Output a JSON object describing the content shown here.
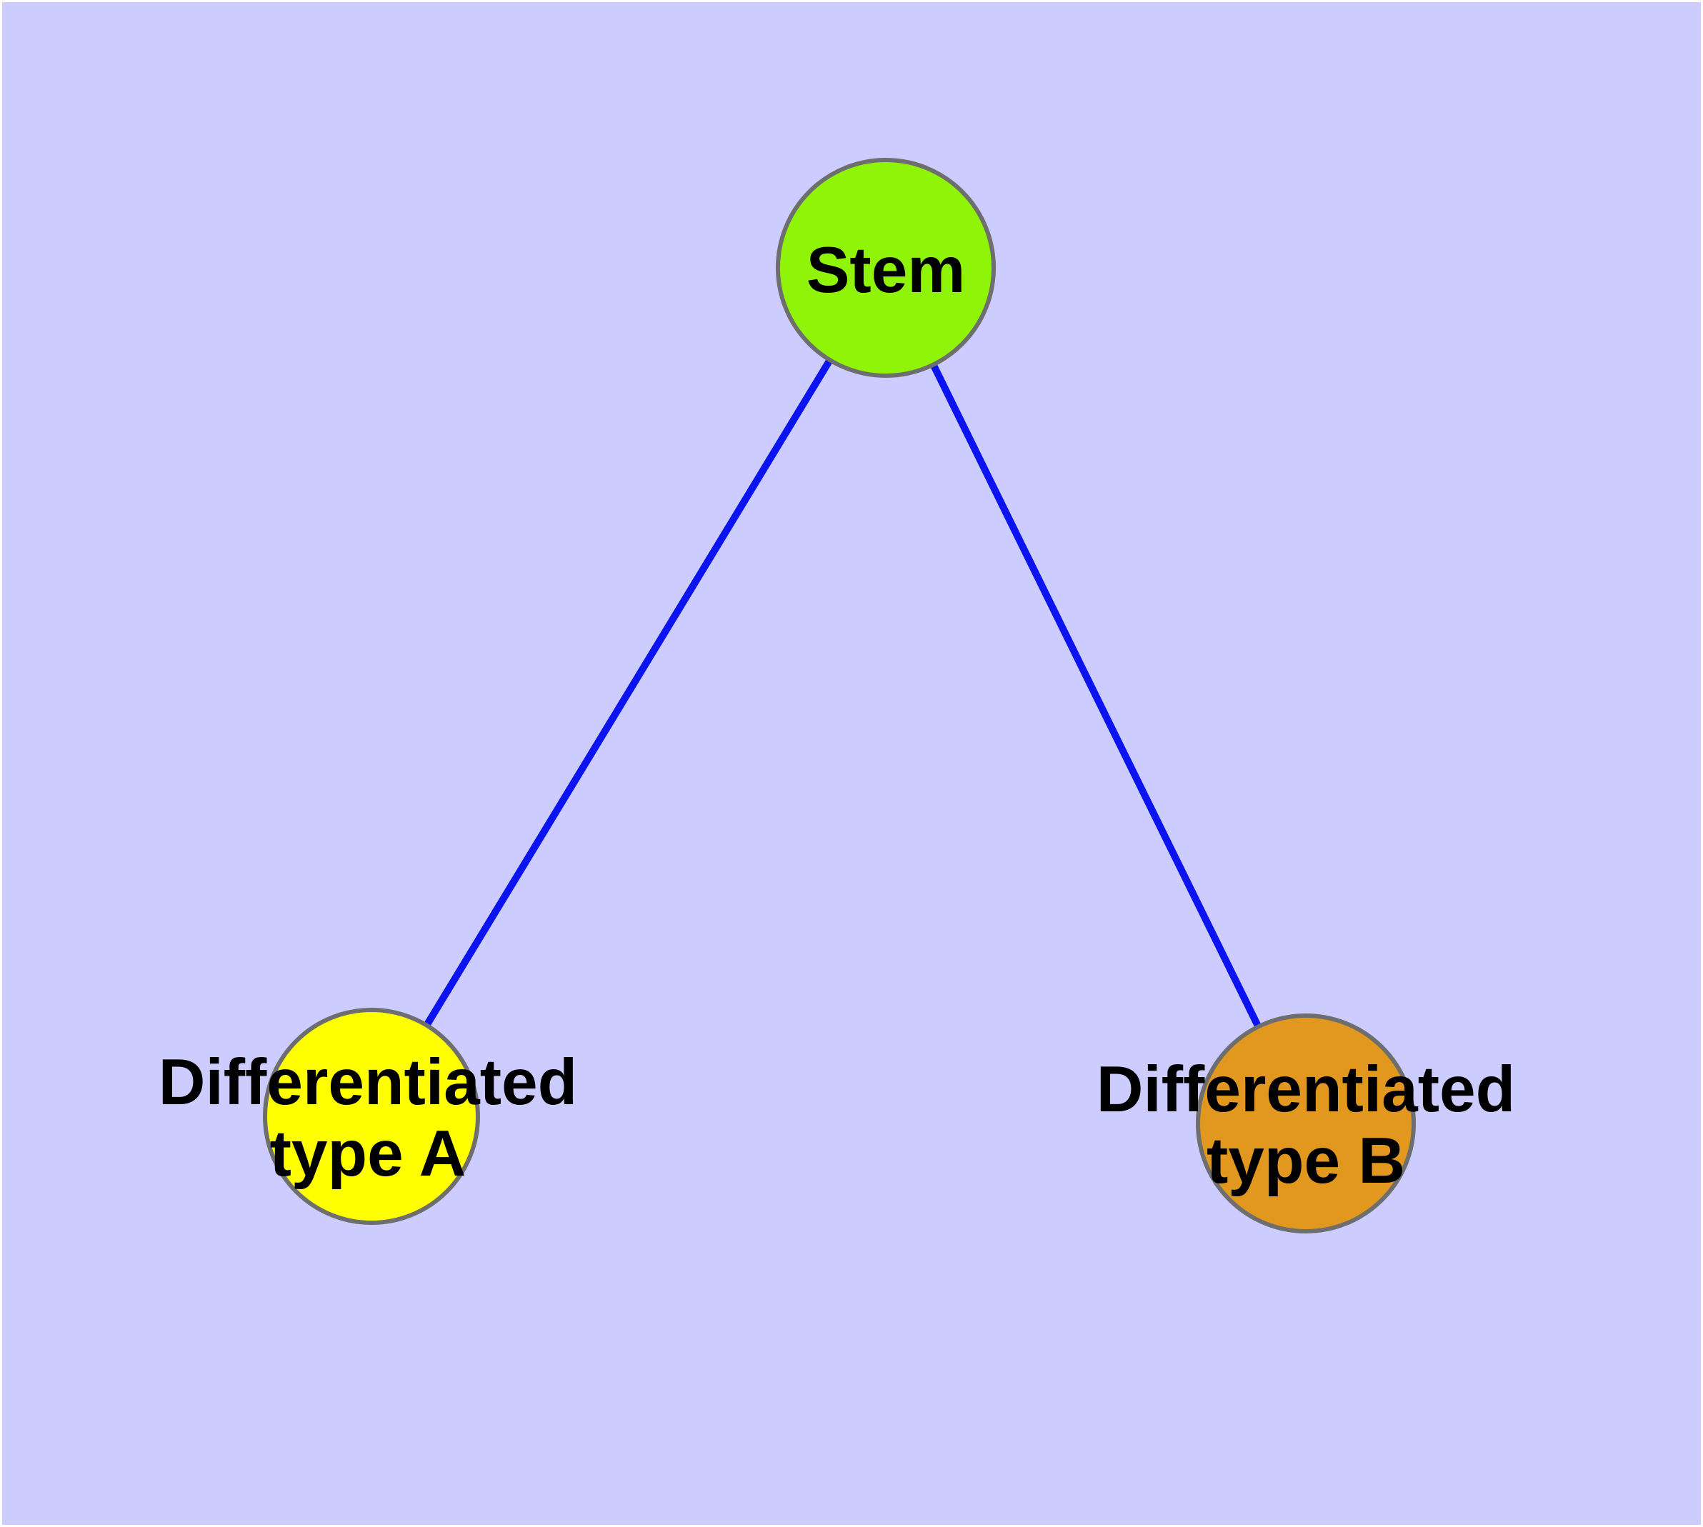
{
  "diagram": {
    "background_color": "#CCCCFF",
    "page_edge_color": "#FFFFFF",
    "edge_color": "#0B14F0",
    "edge_width": 10,
    "node_border_color": "#6E6E6E",
    "node_border_width": 6,
    "label_color": "#000000",
    "nodes": [
      {
        "id": "stem",
        "label": "Stem",
        "fill": "#8FF408"
      },
      {
        "id": "differentiated-type-a",
        "label_line1": "Differentiated",
        "label_line2": "type A",
        "fill": "#FFFF00"
      },
      {
        "id": "differentiated-type-b",
        "label_line1": "Differentiated",
        "label_line2": "type B",
        "fill": "#E2981F"
      }
    ],
    "edges": [
      {
        "from": "Stem",
        "to": "Differentiated type A"
      },
      {
        "from": "Stem",
        "to": "Differentiated type B"
      }
    ]
  }
}
